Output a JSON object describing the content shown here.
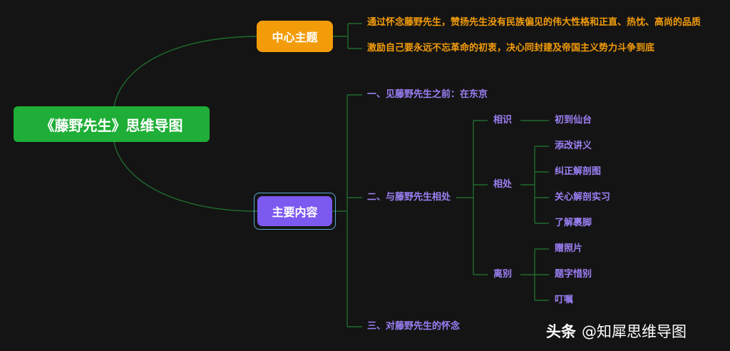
{
  "root": {
    "label": "《藤野先生》思维导图"
  },
  "theme": {
    "label": "中心主题",
    "points": [
      "通过怀念藤野先生，赞扬先生没有民族偏见的伟大性格和正直、热忱、高尚的品质",
      "激励自己要永远不忘革命的初衷，决心同封建及帝国主义势力斗争到底"
    ]
  },
  "main": {
    "label": "主要内容",
    "sections": [
      {
        "label": "一、见藤野先生之前：在东京"
      },
      {
        "label": "二、与藤野先生相处",
        "groups": [
          {
            "label": "相识",
            "items": [
              "初到仙台"
            ]
          },
          {
            "label": "相处",
            "items": [
              "添改讲义",
              "纠正解剖图",
              "关心解剖实习",
              "了解裹脚"
            ]
          },
          {
            "label": "离别",
            "items": [
              "赠照片",
              "题字惜别",
              "叮嘱"
            ]
          }
        ]
      },
      {
        "label": "三、对藤野先生的怀念"
      }
    ]
  },
  "watermark": {
    "brand": "头条",
    "text": "@知犀思维导图"
  },
  "colors": {
    "background": "#141414",
    "root": "#1fae37",
    "theme": "#f39c0a",
    "main": "#7c5af0",
    "line": "#1f6b2e"
  }
}
